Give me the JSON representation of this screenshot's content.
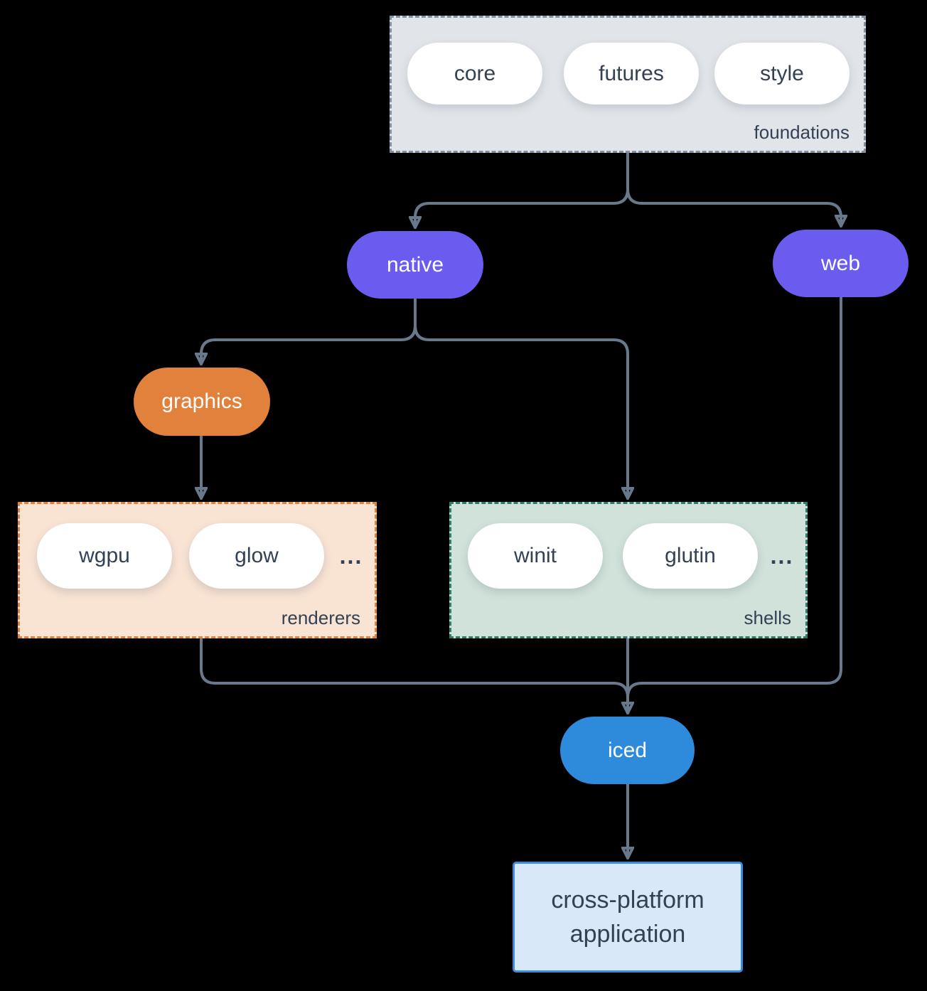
{
  "groups": {
    "foundations": {
      "label": "foundations",
      "pills": [
        "core",
        "futures",
        "style"
      ]
    },
    "renderers": {
      "label": "renderers",
      "pills": [
        "wgpu",
        "glow"
      ],
      "ellipsis": "..."
    },
    "shells": {
      "label": "shells",
      "pills": [
        "winit",
        "glutin"
      ],
      "ellipsis": "..."
    }
  },
  "nodes": {
    "native": "native",
    "web": "web",
    "graphics": "graphics",
    "iced": "iced",
    "application": {
      "line1": "cross-platform",
      "line2": "application"
    }
  },
  "edges": [
    {
      "from": "foundations",
      "to": "native"
    },
    {
      "from": "foundations",
      "to": "web"
    },
    {
      "from": "native",
      "to": "graphics"
    },
    {
      "from": "native",
      "to": "shells"
    },
    {
      "from": "graphics",
      "to": "renderers"
    },
    {
      "from": "renderers",
      "to": "iced"
    },
    {
      "from": "shells",
      "to": "iced"
    },
    {
      "from": "web",
      "to": "iced"
    },
    {
      "from": "iced",
      "to": "application"
    }
  ],
  "colors": {
    "background": "#000000",
    "edge": "#68798c",
    "text_dark": "#334155",
    "pill_white": "#ffffff",
    "purple": "#6b5cf0",
    "orange": "#e2813c",
    "blue": "#2e8ada",
    "foundations_fill": "#e1e5e9",
    "foundations_border": "#8292a2",
    "renderers_fill": "#f9e3d3",
    "renderers_border": "#e0813c",
    "shells_fill": "#d1e2da",
    "shells_border": "#2f7d68",
    "app_fill": "#d9e8f8",
    "app_border": "#3b8cdb"
  }
}
